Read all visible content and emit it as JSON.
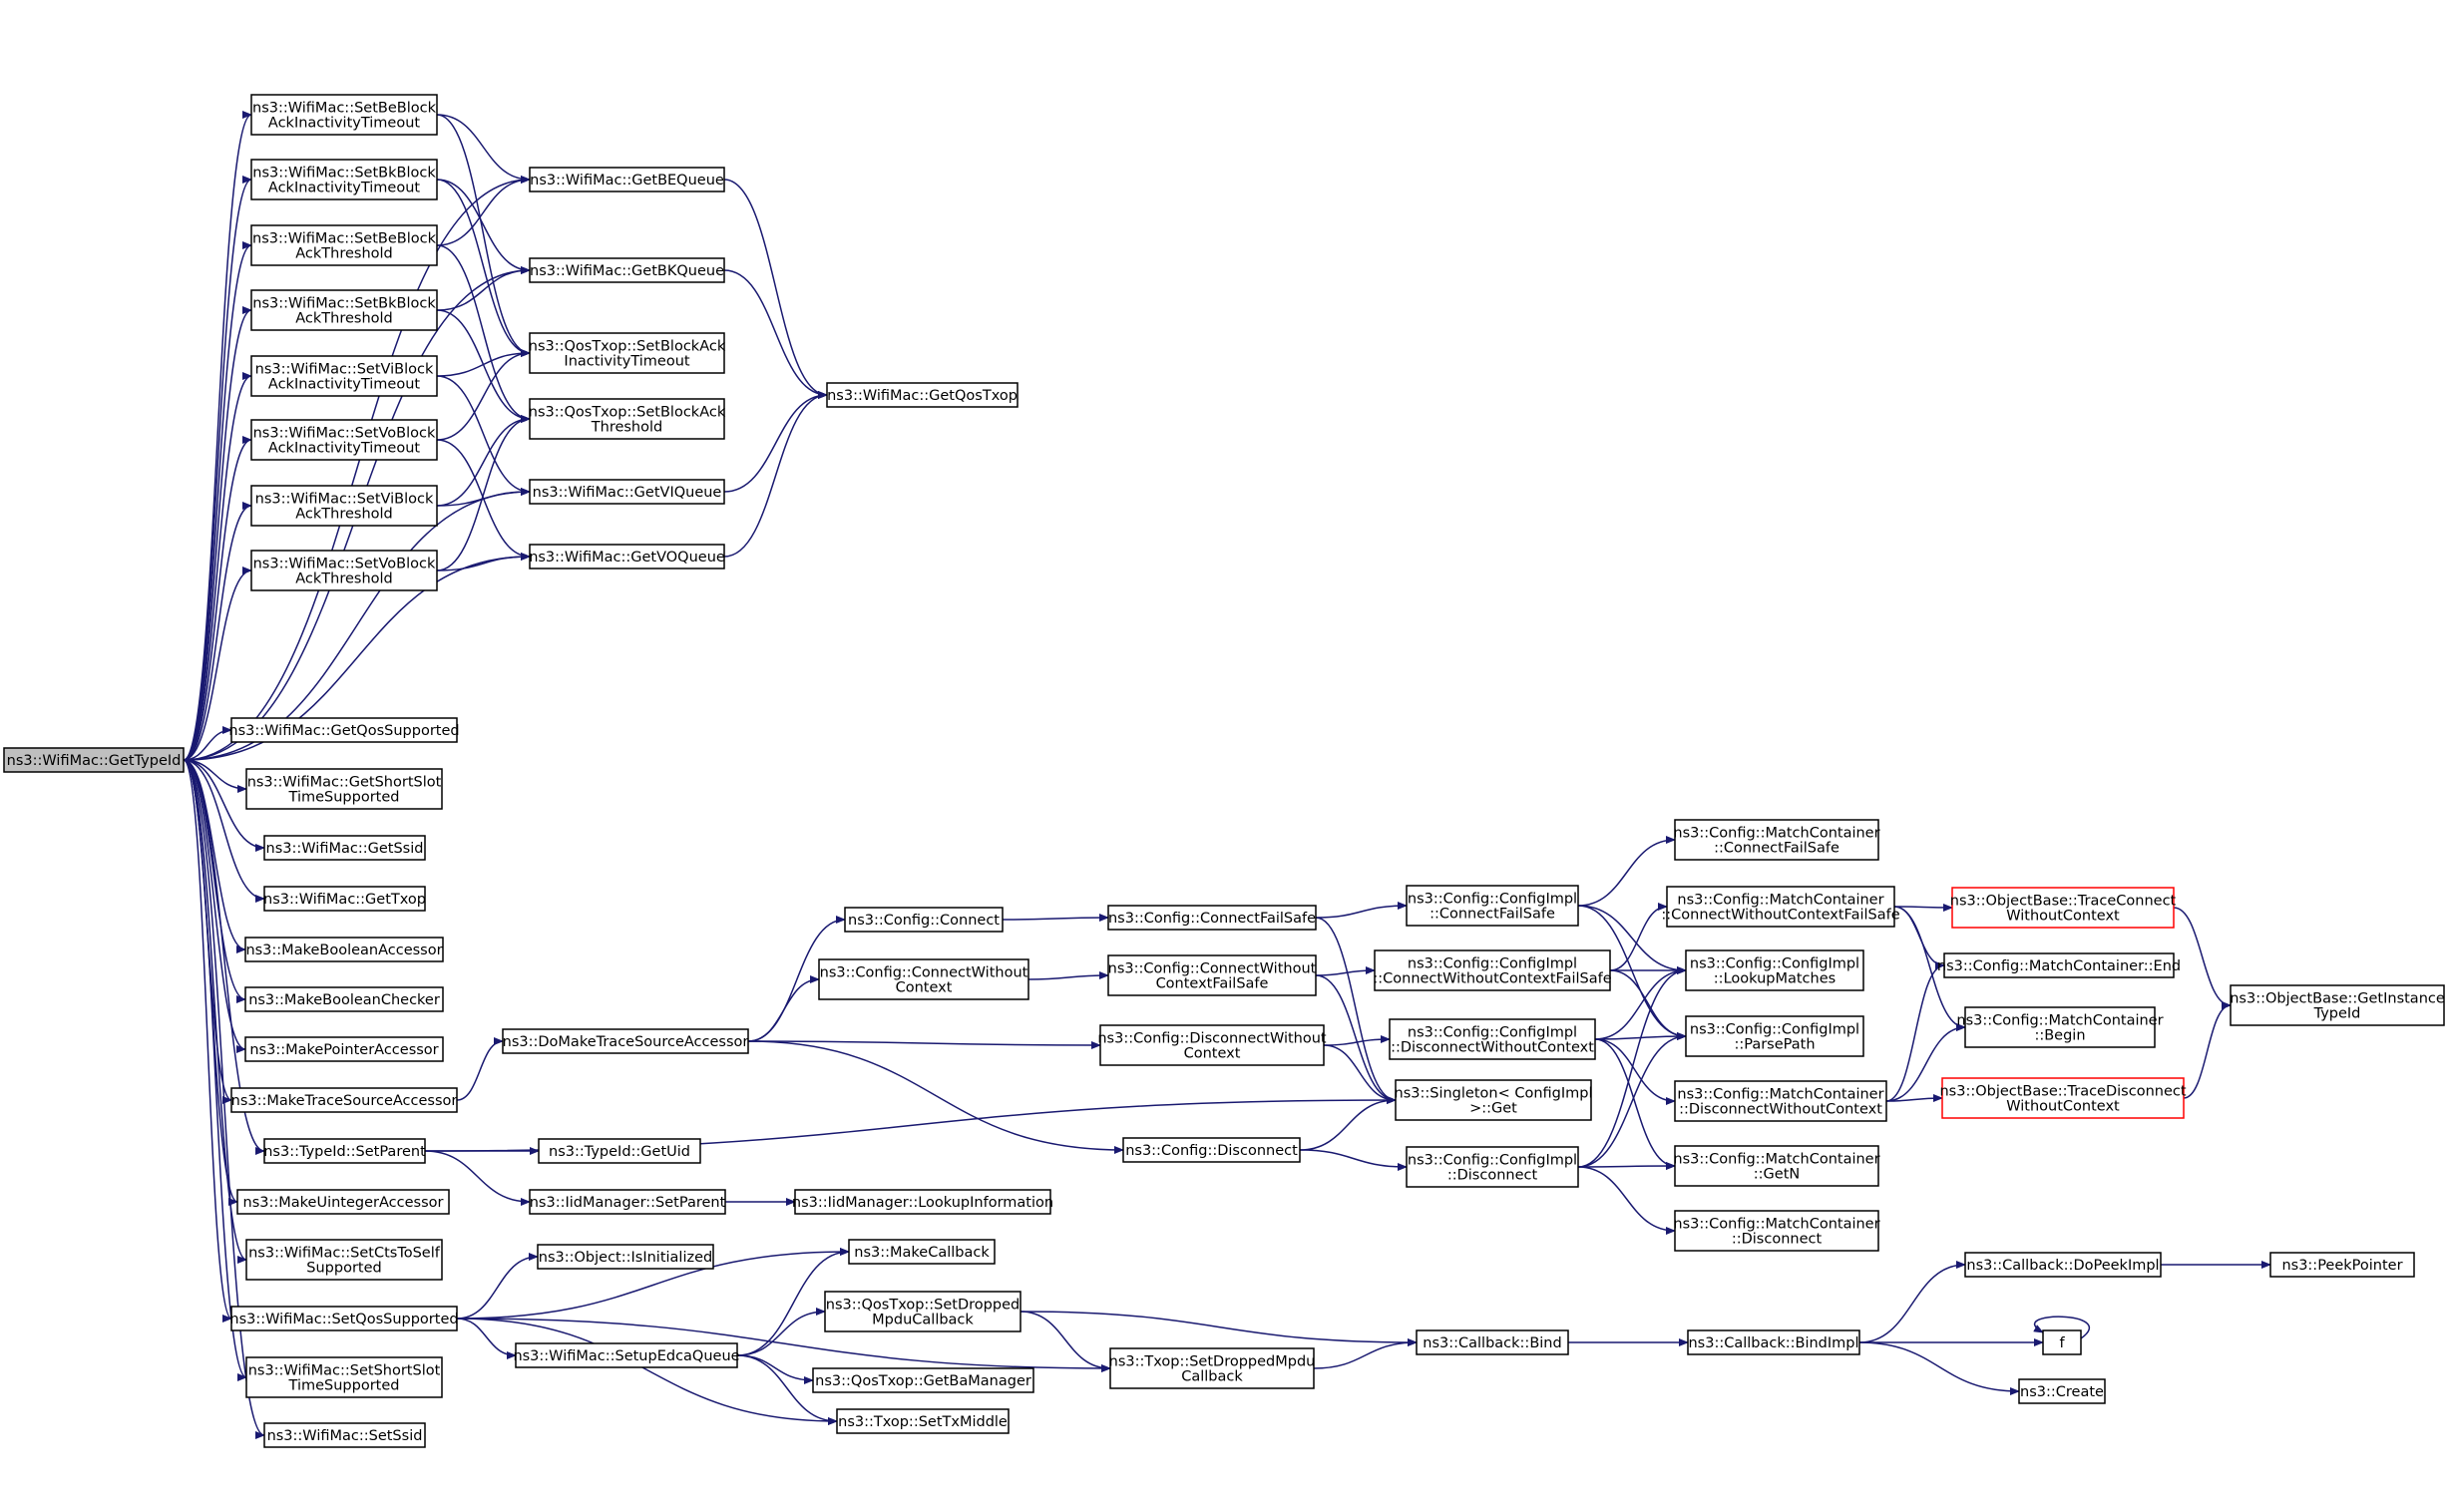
{
  "diagram": {
    "colors": {
      "edge": "#191970",
      "node_border": "#000000",
      "root_fill": "#bfbfbf",
      "highlight_border": "#ff0000"
    },
    "nodes": [
      {
        "id": "root",
        "lines": [
          "ns3::WifiMac::GetTypeId"
        ],
        "style": "root"
      },
      {
        "id": "setBeBlockAckInactivityTimeout",
        "lines": [
          "ns3::WifiMac::SetBeBlock",
          "AckInactivityTimeout"
        ]
      },
      {
        "id": "setBkBlockAckInactivityTimeout",
        "lines": [
          "ns3::WifiMac::SetBkBlock",
          "AckInactivityTimeout"
        ]
      },
      {
        "id": "setBeBlockAckThreshold",
        "lines": [
          "ns3::WifiMac::SetBeBlock",
          "AckThreshold"
        ]
      },
      {
        "id": "setBkBlockAckThreshold",
        "lines": [
          "ns3::WifiMac::SetBkBlock",
          "AckThreshold"
        ]
      },
      {
        "id": "setViBlockAckInactivityTimeout",
        "lines": [
          "ns3::WifiMac::SetViBlock",
          "AckInactivityTimeout"
        ]
      },
      {
        "id": "setVoBlockAckInactivityTimeout",
        "lines": [
          "ns3::WifiMac::SetVoBlock",
          "AckInactivityTimeout"
        ]
      },
      {
        "id": "setViBlockAckThreshold",
        "lines": [
          "ns3::WifiMac::SetViBlock",
          "AckThreshold"
        ]
      },
      {
        "id": "setVoBlockAckThreshold",
        "lines": [
          "ns3::WifiMac::SetVoBlock",
          "AckThreshold"
        ]
      },
      {
        "id": "getBEQueue",
        "lines": [
          "ns3::WifiMac::GetBEQueue"
        ]
      },
      {
        "id": "getBKQueue",
        "lines": [
          "ns3::WifiMac::GetBKQueue"
        ]
      },
      {
        "id": "qosSetBlockAckInactivityTimeout",
        "lines": [
          "ns3::QosTxop::SetBlockAck",
          "InactivityTimeout"
        ]
      },
      {
        "id": "qosSetBlockAckThreshold",
        "lines": [
          "ns3::QosTxop::SetBlockAck",
          "Threshold"
        ]
      },
      {
        "id": "getVIQueue",
        "lines": [
          "ns3::WifiMac::GetVIQueue"
        ]
      },
      {
        "id": "getVOQueue",
        "lines": [
          "ns3::WifiMac::GetVOQueue"
        ]
      },
      {
        "id": "getQosTxop",
        "lines": [
          "ns3::WifiMac::GetQosTxop"
        ]
      },
      {
        "id": "getQosSupported",
        "lines": [
          "ns3::WifiMac::GetQosSupported"
        ]
      },
      {
        "id": "getShortSlotTimeSupported",
        "lines": [
          "ns3::WifiMac::GetShortSlot",
          "TimeSupported"
        ]
      },
      {
        "id": "getSsid",
        "lines": [
          "ns3::WifiMac::GetSsid"
        ]
      },
      {
        "id": "getTxop",
        "lines": [
          "ns3::WifiMac::GetTxop"
        ]
      },
      {
        "id": "makeBooleanAccessor",
        "lines": [
          "ns3::MakeBooleanAccessor"
        ]
      },
      {
        "id": "makeBooleanChecker",
        "lines": [
          "ns3::MakeBooleanChecker"
        ]
      },
      {
        "id": "makePointerAccessor",
        "lines": [
          "ns3::MakePointerAccessor"
        ]
      },
      {
        "id": "makeTraceSourceAccessor",
        "lines": [
          "ns3::MakeTraceSourceAccessor"
        ]
      },
      {
        "id": "typeIdSetParent",
        "lines": [
          "ns3::TypeId::SetParent"
        ]
      },
      {
        "id": "makeUintegerAccessor",
        "lines": [
          "ns3::MakeUintegerAccessor"
        ]
      },
      {
        "id": "setCtsToSelfSupported",
        "lines": [
          "ns3::WifiMac::SetCtsToSelf",
          "Supported"
        ]
      },
      {
        "id": "setQosSupported",
        "lines": [
          "ns3::WifiMac::SetQosSupported"
        ]
      },
      {
        "id": "setShortSlotTimeSupported",
        "lines": [
          "ns3::WifiMac::SetShortSlot",
          "TimeSupported"
        ]
      },
      {
        "id": "setSsid",
        "lines": [
          "ns3::WifiMac::SetSsid"
        ]
      },
      {
        "id": "doMakeTraceSourceAccessor",
        "lines": [
          "ns3::DoMakeTraceSourceAccessor"
        ]
      },
      {
        "id": "typeIdGetUid",
        "lines": [
          "ns3::TypeId::GetUid"
        ]
      },
      {
        "id": "iidManagerSetParent",
        "lines": [
          "ns3::IidManager::SetParent"
        ]
      },
      {
        "id": "iidManagerLookupInformation",
        "lines": [
          "ns3::IidManager::LookupInformation"
        ]
      },
      {
        "id": "objectIsInitialized",
        "lines": [
          "ns3::Object::IsInitialized"
        ]
      },
      {
        "id": "setupEdcaQueue",
        "lines": [
          "ns3::WifiMac::SetupEdcaQueue"
        ]
      },
      {
        "id": "makeCallback",
        "lines": [
          "ns3::MakeCallback"
        ]
      },
      {
        "id": "qosSetDroppedMpduCallback",
        "lines": [
          "ns3::QosTxop::SetDropped",
          "MpduCallback"
        ]
      },
      {
        "id": "qosGetBaManager",
        "lines": [
          "ns3::QosTxop::GetBaManager"
        ]
      },
      {
        "id": "txopSetTxMiddle",
        "lines": [
          "ns3::Txop::SetTxMiddle"
        ]
      },
      {
        "id": "configConnect",
        "lines": [
          "ns3::Config::Connect"
        ]
      },
      {
        "id": "configConnectWithoutContext",
        "lines": [
          "ns3::Config::ConnectWithout",
          "Context"
        ]
      },
      {
        "id": "configDisconnect",
        "lines": [
          "ns3::Config::Disconnect"
        ]
      },
      {
        "id": "configConnectFailSafe",
        "lines": [
          "ns3::Config::ConnectFailSafe"
        ]
      },
      {
        "id": "configConnectWithoutContextFailSafe",
        "lines": [
          "ns3::Config::ConnectWithout",
          "ContextFailSafe"
        ]
      },
      {
        "id": "configDisconnectWithoutContext",
        "lines": [
          "ns3::Config::DisconnectWithout",
          "Context"
        ]
      },
      {
        "id": "txopSetDroppedMpduCallback",
        "lines": [
          "ns3::Txop::SetDroppedMpdu",
          "Callback"
        ]
      },
      {
        "id": "implConnectFailSafe",
        "lines": [
          "ns3::Config::ConfigImpl",
          "::ConnectFailSafe"
        ]
      },
      {
        "id": "implConnectWithoutContextFailSafe",
        "lines": [
          "ns3::Config::ConfigImpl",
          "::ConnectWithoutContextFailSafe"
        ]
      },
      {
        "id": "implDisconnectWithoutContext",
        "lines": [
          "ns3::Config::ConfigImpl",
          "::DisconnectWithoutContext"
        ]
      },
      {
        "id": "singletonGet",
        "lines": [
          "ns3::Singleton< ConfigImpl",
          ">::Get"
        ]
      },
      {
        "id": "implDisconnect",
        "lines": [
          "ns3::Config::ConfigImpl",
          "::Disconnect"
        ]
      },
      {
        "id": "callbackBind",
        "lines": [
          "ns3::Callback::Bind"
        ]
      },
      {
        "id": "mcConnectFailSafe",
        "lines": [
          "ns3::Config::MatchContainer",
          "::ConnectFailSafe"
        ]
      },
      {
        "id": "mcConnectWithoutContextFailSafe",
        "lines": [
          "ns3::Config::MatchContainer",
          "::ConnectWithoutContextFailSafe"
        ]
      },
      {
        "id": "implLookupMatches",
        "lines": [
          "ns3::Config::ConfigImpl",
          "::LookupMatches"
        ]
      },
      {
        "id": "implParsePath",
        "lines": [
          "ns3::Config::ConfigImpl",
          "::ParsePath"
        ]
      },
      {
        "id": "mcDisconnectWithoutContext",
        "lines": [
          "ns3::Config::MatchContainer",
          "::DisconnectWithoutContext"
        ]
      },
      {
        "id": "mcGetN",
        "lines": [
          "ns3::Config::MatchContainer",
          "::GetN"
        ]
      },
      {
        "id": "mcDisconnect",
        "lines": [
          "ns3::Config::MatchContainer",
          "::Disconnect"
        ]
      },
      {
        "id": "callbackBindImpl",
        "lines": [
          "ns3::Callback::BindImpl"
        ]
      },
      {
        "id": "traceConnectWithoutContext",
        "lines": [
          "ns3::ObjectBase::TraceConnect",
          "WithoutContext"
        ],
        "style": "red"
      },
      {
        "id": "mcEnd",
        "lines": [
          "ns3::Config::MatchContainer::End"
        ]
      },
      {
        "id": "mcBegin",
        "lines": [
          "ns3::Config::MatchContainer",
          "::Begin"
        ]
      },
      {
        "id": "traceDisconnectWithoutContext",
        "lines": [
          "ns3::ObjectBase::TraceDisconnect",
          "WithoutContext"
        ],
        "style": "red"
      },
      {
        "id": "callbackDoPeekImpl",
        "lines": [
          "ns3::Callback::DoPeekImpl"
        ]
      },
      {
        "id": "f",
        "lines": [
          "f"
        ]
      },
      {
        "id": "create",
        "lines": [
          "ns3::Create"
        ]
      },
      {
        "id": "getInstanceTypeId",
        "lines": [
          "ns3::ObjectBase::GetInstance",
          "TypeId"
        ]
      },
      {
        "id": "peekPointer",
        "lines": [
          "ns3::PeekPointer"
        ]
      }
    ],
    "edges": [
      [
        "root",
        "getBEQueue"
      ],
      [
        "root",
        "getBKQueue"
      ],
      [
        "root",
        "setBeBlockAckInactivityTimeout"
      ],
      [
        "root",
        "setBkBlockAckInactivityTimeout"
      ],
      [
        "root",
        "setBeBlockAckThreshold"
      ],
      [
        "root",
        "setBkBlockAckThreshold"
      ],
      [
        "root",
        "setViBlockAckInactivityTimeout"
      ],
      [
        "root",
        "setVoBlockAckInactivityTimeout"
      ],
      [
        "root",
        "setViBlockAckThreshold"
      ],
      [
        "root",
        "setVoBlockAckThreshold"
      ],
      [
        "root",
        "getVIQueue"
      ],
      [
        "root",
        "getVOQueue"
      ],
      [
        "root",
        "getQosSupported"
      ],
      [
        "root",
        "getShortSlotTimeSupported"
      ],
      [
        "root",
        "getSsid"
      ],
      [
        "root",
        "getTxop"
      ],
      [
        "root",
        "makeBooleanAccessor"
      ],
      [
        "root",
        "makeBooleanChecker"
      ],
      [
        "root",
        "makePointerAccessor"
      ],
      [
        "root",
        "makeTraceSourceAccessor"
      ],
      [
        "root",
        "typeIdSetParent"
      ],
      [
        "root",
        "makeUintegerAccessor"
      ],
      [
        "root",
        "setCtsToSelfSupported"
      ],
      [
        "root",
        "setQosSupported"
      ],
      [
        "root",
        "setShortSlotTimeSupported"
      ],
      [
        "root",
        "setSsid"
      ],
      [
        "setBeBlockAckInactivityTimeout",
        "getBEQueue"
      ],
      [
        "setBeBlockAckInactivityTimeout",
        "qosSetBlockAckInactivityTimeout"
      ],
      [
        "setBkBlockAckInactivityTimeout",
        "getBKQueue"
      ],
      [
        "setBkBlockAckInactivityTimeout",
        "qosSetBlockAckInactivityTimeout"
      ],
      [
        "setBeBlockAckThreshold",
        "getBEQueue"
      ],
      [
        "setBeBlockAckThreshold",
        "qosSetBlockAckThreshold"
      ],
      [
        "setBkBlockAckThreshold",
        "getBKQueue"
      ],
      [
        "setBkBlockAckThreshold",
        "qosSetBlockAckThreshold"
      ],
      [
        "setViBlockAckInactivityTimeout",
        "qosSetBlockAckInactivityTimeout"
      ],
      [
        "setViBlockAckInactivityTimeout",
        "getVIQueue"
      ],
      [
        "setVoBlockAckInactivityTimeout",
        "qosSetBlockAckInactivityTimeout"
      ],
      [
        "setVoBlockAckInactivityTimeout",
        "getVOQueue"
      ],
      [
        "setViBlockAckThreshold",
        "qosSetBlockAckThreshold"
      ],
      [
        "setViBlockAckThreshold",
        "getVIQueue"
      ],
      [
        "setVoBlockAckThreshold",
        "qosSetBlockAckThreshold"
      ],
      [
        "setVoBlockAckThreshold",
        "getVOQueue"
      ],
      [
        "getBEQueue",
        "getQosTxop"
      ],
      [
        "getBKQueue",
        "getQosTxop"
      ],
      [
        "getVIQueue",
        "getQosTxop"
      ],
      [
        "getVOQueue",
        "getQosTxop"
      ],
      [
        "makeTraceSourceAccessor",
        "doMakeTraceSourceAccessor"
      ],
      [
        "typeIdSetParent",
        "typeIdGetUid"
      ],
      [
        "typeIdSetParent",
        "iidManagerSetParent"
      ],
      [
        "typeIdSetParent",
        "singletonGet"
      ],
      [
        "iidManagerSetParent",
        "iidManagerLookupInformation"
      ],
      [
        "setQosSupported",
        "objectIsInitialized"
      ],
      [
        "setQosSupported",
        "setupEdcaQueue"
      ],
      [
        "setQosSupported",
        "makeCallback"
      ],
      [
        "setQosSupported",
        "txopSetTxMiddle"
      ],
      [
        "setQosSupported",
        "txopSetDroppedMpduCallback"
      ],
      [
        "setupEdcaQueue",
        "makeCallback"
      ],
      [
        "setupEdcaQueue",
        "qosSetDroppedMpduCallback"
      ],
      [
        "setupEdcaQueue",
        "qosGetBaManager"
      ],
      [
        "setupEdcaQueue",
        "txopSetTxMiddle"
      ],
      [
        "doMakeTraceSourceAccessor",
        "configConnect"
      ],
      [
        "doMakeTraceSourceAccessor",
        "configConnectWithoutContext"
      ],
      [
        "doMakeTraceSourceAccessor",
        "configDisconnectWithoutContext"
      ],
      [
        "doMakeTraceSourceAccessor",
        "configDisconnect"
      ],
      [
        "configConnect",
        "configConnectFailSafe"
      ],
      [
        "configConnectWithoutContext",
        "configConnectWithoutContextFailSafe"
      ],
      [
        "configConnectFailSafe",
        "implConnectFailSafe"
      ],
      [
        "configConnectFailSafe",
        "singletonGet"
      ],
      [
        "configConnectWithoutContextFailSafe",
        "implConnectWithoutContextFailSafe"
      ],
      [
        "configConnectWithoutContextFailSafe",
        "singletonGet"
      ],
      [
        "configDisconnectWithoutContext",
        "implDisconnectWithoutContext"
      ],
      [
        "configDisconnectWithoutContext",
        "singletonGet"
      ],
      [
        "configDisconnect",
        "singletonGet"
      ],
      [
        "configDisconnect",
        "implDisconnect"
      ],
      [
        "qosSetDroppedMpduCallback",
        "callbackBind"
      ],
      [
        "qosSetDroppedMpduCallback",
        "txopSetDroppedMpduCallback"
      ],
      [
        "txopSetDroppedMpduCallback",
        "callbackBind"
      ],
      [
        "implConnectFailSafe",
        "mcConnectFailSafe"
      ],
      [
        "implConnectFailSafe",
        "implLookupMatches"
      ],
      [
        "implConnectFailSafe",
        "implParsePath"
      ],
      [
        "implConnectWithoutContextFailSafe",
        "mcConnectWithoutContextFailSafe"
      ],
      [
        "implConnectWithoutContextFailSafe",
        "implLookupMatches"
      ],
      [
        "implConnectWithoutContextFailSafe",
        "implParsePath"
      ],
      [
        "implDisconnectWithoutContext",
        "implLookupMatches"
      ],
      [
        "implDisconnectWithoutContext",
        "implParsePath"
      ],
      [
        "implDisconnectWithoutContext",
        "mcDisconnectWithoutContext"
      ],
      [
        "implDisconnectWithoutContext",
        "mcGetN"
      ],
      [
        "implDisconnect",
        "implLookupMatches"
      ],
      [
        "implDisconnect",
        "implParsePath"
      ],
      [
        "implDisconnect",
        "mcGetN"
      ],
      [
        "implDisconnect",
        "mcDisconnect"
      ],
      [
        "callbackBind",
        "callbackBindImpl"
      ],
      [
        "mcConnectWithoutContextFailSafe",
        "traceConnectWithoutContext"
      ],
      [
        "mcConnectWithoutContextFailSafe",
        "mcEnd"
      ],
      [
        "mcConnectWithoutContextFailSafe",
        "mcBegin"
      ],
      [
        "mcDisconnectWithoutContext",
        "mcEnd"
      ],
      [
        "mcDisconnectWithoutContext",
        "mcBegin"
      ],
      [
        "mcDisconnectWithoutContext",
        "traceDisconnectWithoutContext"
      ],
      [
        "traceConnectWithoutContext",
        "getInstanceTypeId"
      ],
      [
        "traceDisconnectWithoutContext",
        "getInstanceTypeId"
      ],
      [
        "callbackBindImpl",
        "callbackDoPeekImpl"
      ],
      [
        "callbackBindImpl",
        "f"
      ],
      [
        "callbackBindImpl",
        "create"
      ],
      [
        "f",
        "f"
      ],
      [
        "callbackDoPeekImpl",
        "peekPointer"
      ]
    ]
  }
}
